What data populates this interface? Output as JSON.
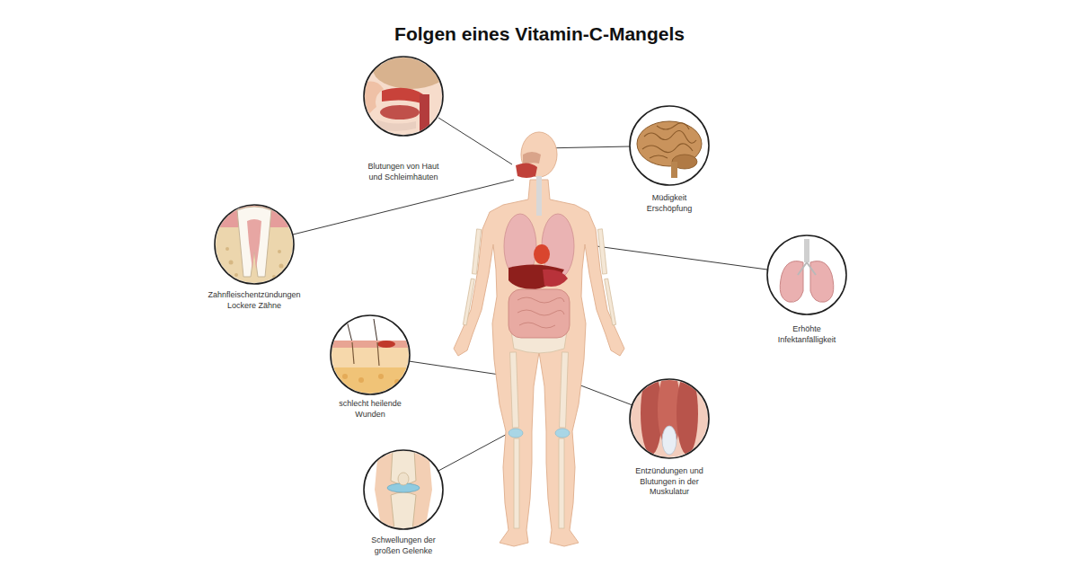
{
  "diagram": {
    "title": "Folgen eines Vitamin-C-Mangels",
    "nodes": [
      {
        "text": [
          "Blutungen von Haut und Schleimhäuten"
        ]
      },
      {
        "text": [
          "Müdigkeit Erschöpfung"
        ]
      },
      {
        "text": [
          "Zahnfleischentzündungen Lockere Zähne"
        ]
      },
      {
        "text": [
          "Erhöhte Infektanfälligkeit"
        ]
      },
      {
        "text": [
          "schlecht heilende Wunden"
        ]
      },
      {
        "text": [
          "Entzündungen und Blutungen in der Muskulatur"
        ]
      },
      {
        "text": [
          "Schwellungen der großen Gelenke"
        ]
      }
    ]
  }
}
